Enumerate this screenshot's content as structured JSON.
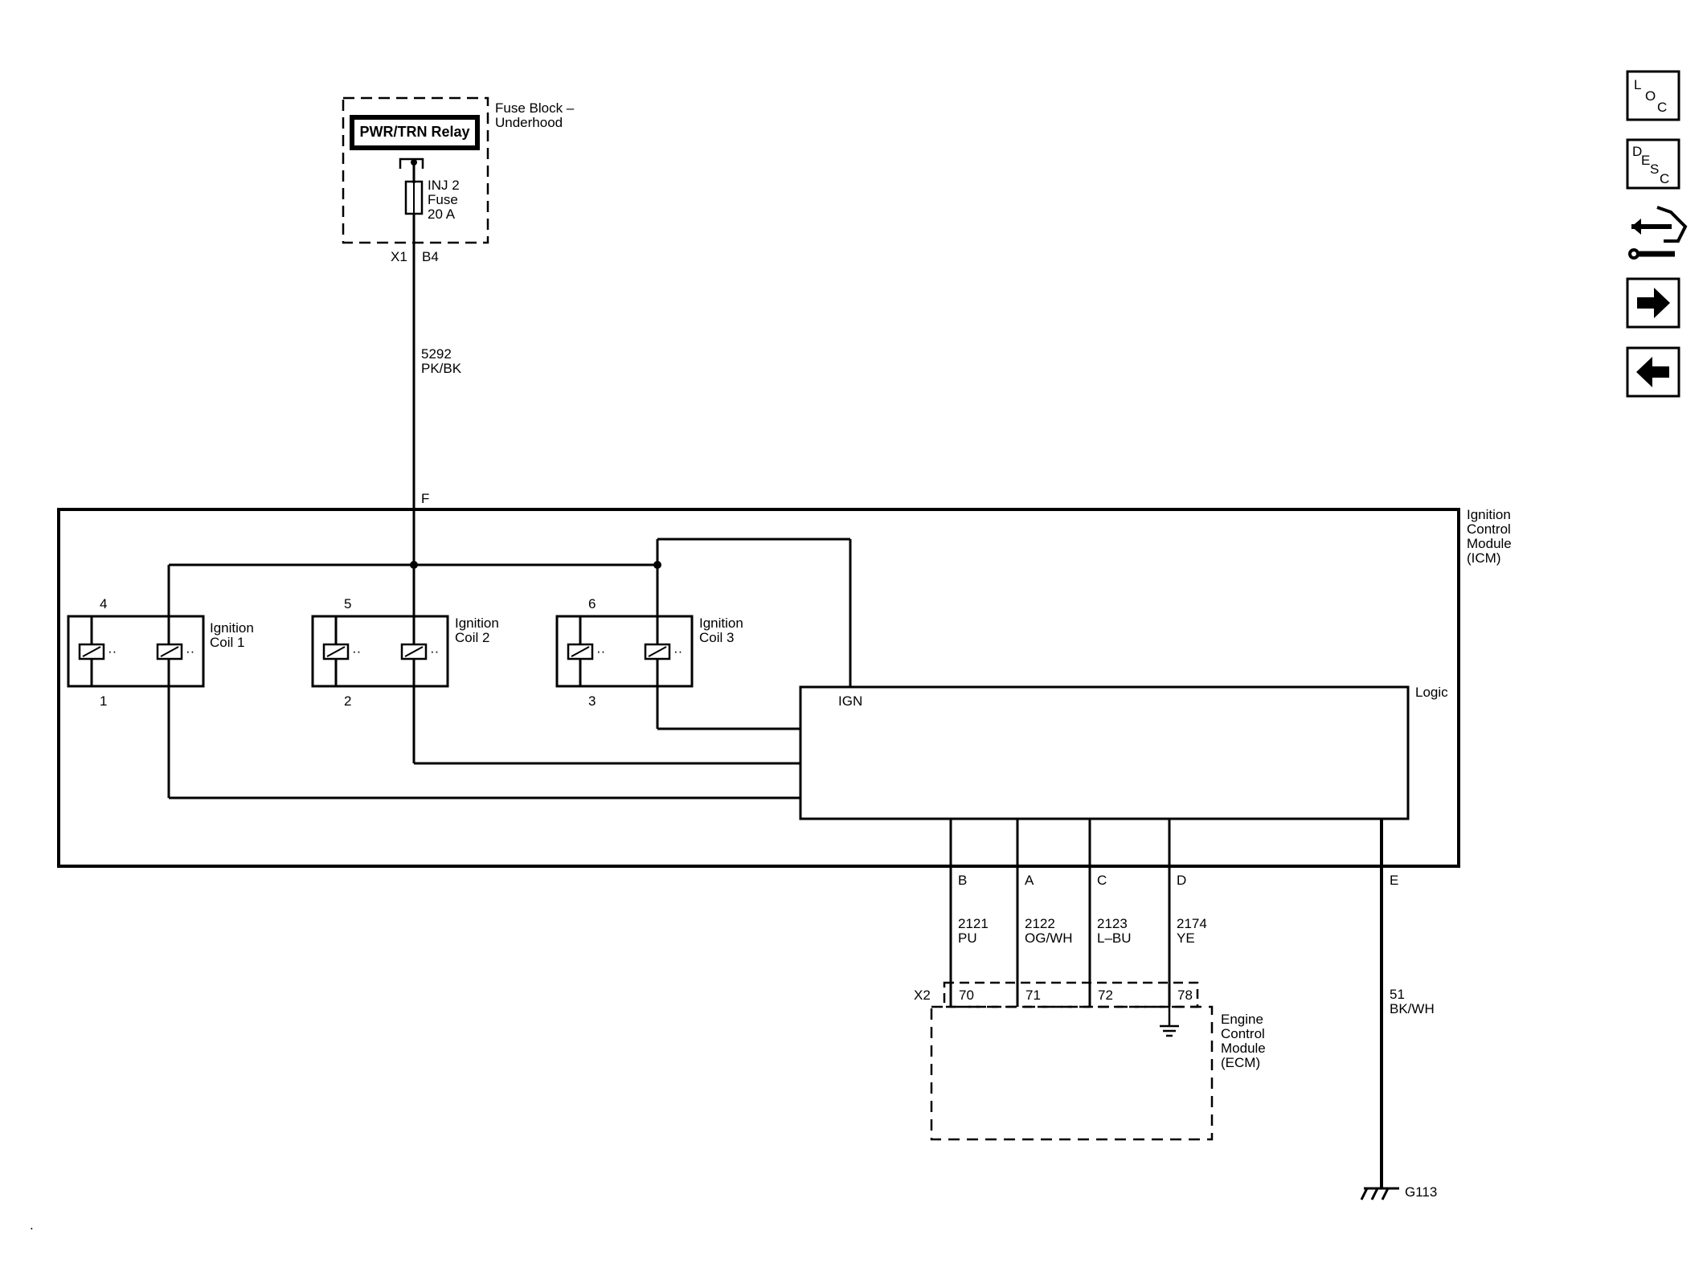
{
  "fuse_block": {
    "name_line1": "Fuse Block –",
    "name_line2": "Underhood",
    "relay": "PWR/TRN Relay",
    "fuse_line1": "INJ 2",
    "fuse_line2": "Fuse",
    "fuse_line3": "20 A",
    "connector": "X1",
    "pin": "B4"
  },
  "wire_5292": {
    "circuit": "5292",
    "color": "PK/BK"
  },
  "icm": {
    "name_line1": "Ignition",
    "name_line2": "Control",
    "name_line3": "Module",
    "name_line4": "(ICM)",
    "pin_f": "F",
    "logic": "Logic",
    "ign": "IGN",
    "coils": [
      {
        "label_line1": "Ignition",
        "label_line2": "Coil 1",
        "top_pin": "4",
        "bottom_pin": "1"
      },
      {
        "label_line1": "Ignition",
        "label_line2": "Coil 2",
        "top_pin": "5",
        "bottom_pin": "2"
      },
      {
        "label_line1": "Ignition",
        "label_line2": "Coil 3",
        "top_pin": "6",
        "bottom_pin": "3"
      }
    ]
  },
  "signals": [
    {
      "pin": "B",
      "circuit": "2121",
      "color": "PU",
      "ecm_pin": "70"
    },
    {
      "pin": "A",
      "circuit": "2122",
      "color": "OG/WH",
      "ecm_pin": "71"
    },
    {
      "pin": "C",
      "circuit": "2123",
      "color": "L–BU",
      "ecm_pin": "72"
    },
    {
      "pin": "D",
      "circuit": "2174",
      "color": "YE",
      "ecm_pin": "78"
    }
  ],
  "ground": {
    "pin": "E",
    "circuit": "51",
    "color": "BK/WH",
    "ground_id": "G113"
  },
  "ecm": {
    "connector": "X2",
    "name_line1": "Engine",
    "name_line2": "Control",
    "name_line3": "Module",
    "name_line4": "(ECM)"
  },
  "nav": {
    "loc": [
      "L",
      "O",
      "C"
    ],
    "desc": [
      "D",
      "E",
      "S",
      "C"
    ],
    "icons": [
      "loc-icon",
      "desc-icon",
      "connector-repair-icon",
      "arrow-right-icon",
      "arrow-left-icon"
    ]
  },
  "footer_mark": "."
}
